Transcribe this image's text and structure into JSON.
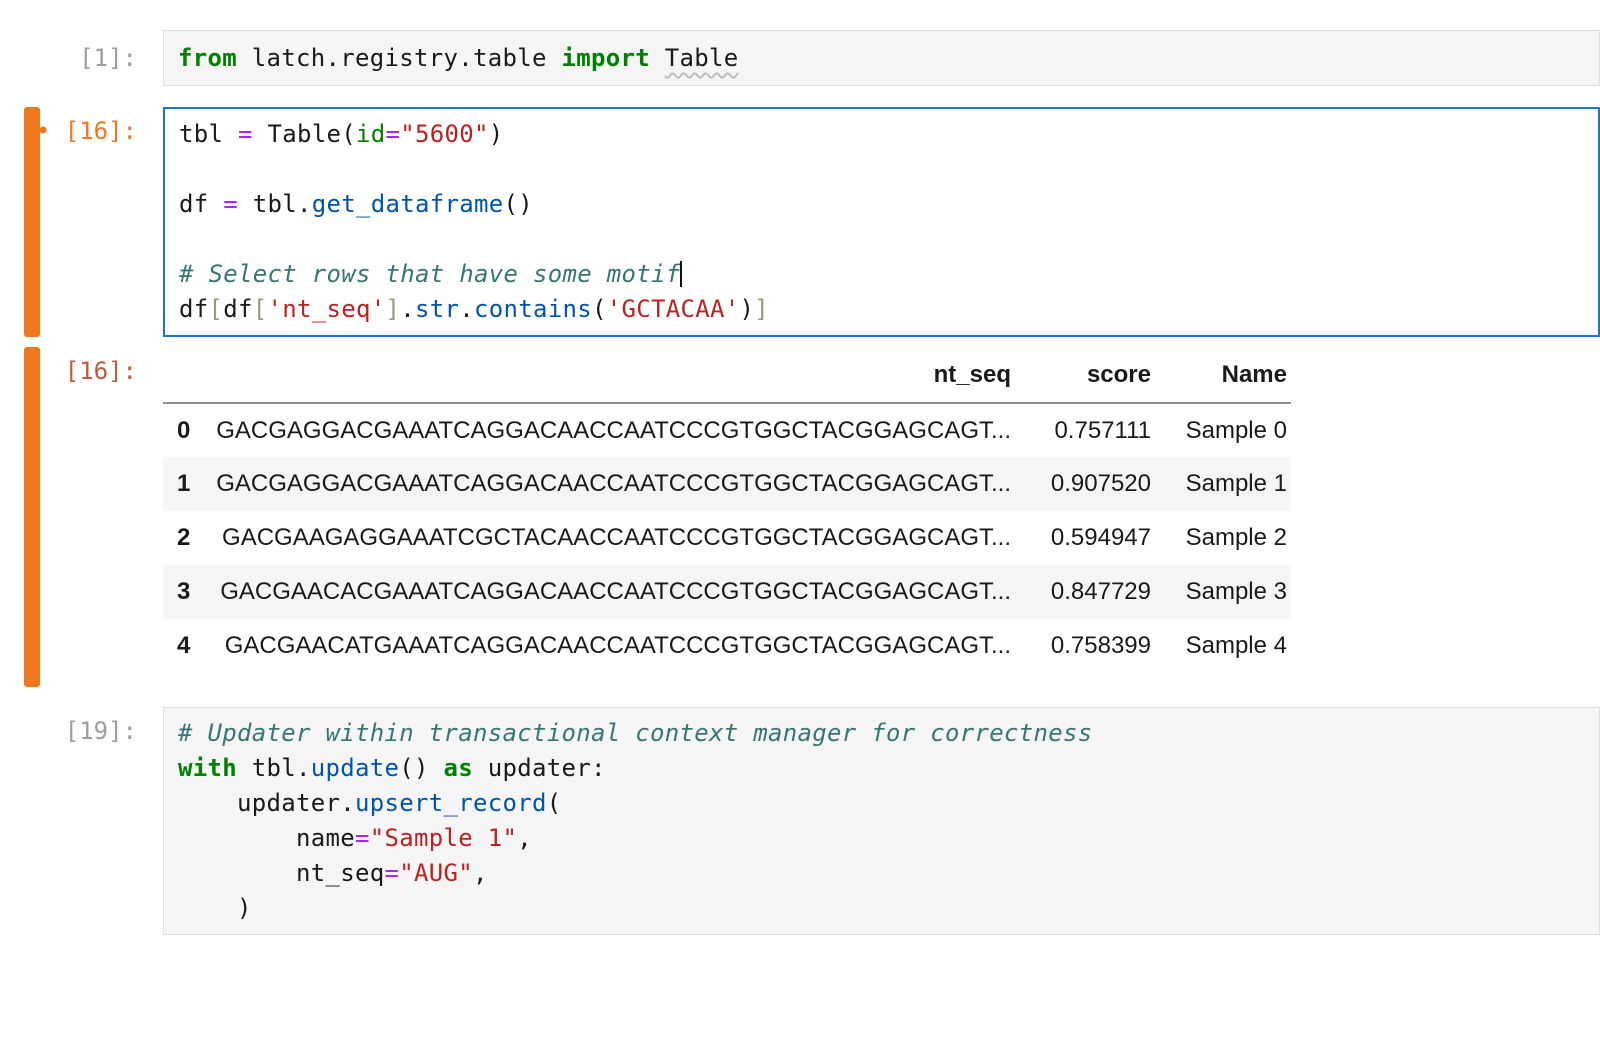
{
  "colors": {
    "selection_bar": "#F0781E",
    "active_cell_border": "#1976D2",
    "active_in_prompt": "#F0781E",
    "out_prompt": "#BF5B3D",
    "idle_prompt": "#9E9E9E",
    "idle_cell_bg": "#F5F5F5",
    "syntax_keyword": "#008000",
    "syntax_string": "#BA2121",
    "syntax_operator": "#AA22FF",
    "syntax_property": "#0055AA",
    "syntax_comment": "#387575",
    "syntax_bracket": "#999977"
  },
  "notebook": {
    "import_cell": {
      "prompt": "[1]:",
      "lines": [
        {
          "tokens": [
            {
              "c": "keyword",
              "t": "from"
            },
            {
              "c": "plain",
              "t": " latch.registry.table "
            },
            {
              "c": "keyword",
              "t": "import"
            },
            {
              "c": "plain",
              "t": " "
            },
            {
              "c": "spellcheck",
              "t": "Table"
            }
          ]
        }
      ]
    },
    "query_cell": {
      "prompt": "• [16]:",
      "lines": [
        {
          "tokens": [
            {
              "c": "plain",
              "t": "tbl "
            },
            {
              "c": "operator",
              "t": "="
            },
            {
              "c": "plain",
              "t": " Table("
            },
            {
              "c": "builtin",
              "t": "id"
            },
            {
              "c": "operator",
              "t": "="
            },
            {
              "c": "string",
              "t": "\"5600\""
            },
            {
              "c": "plain",
              "t": ")"
            }
          ]
        },
        {
          "tokens": []
        },
        {
          "tokens": [
            {
              "c": "plain",
              "t": "df "
            },
            {
              "c": "operator",
              "t": "="
            },
            {
              "c": "plain",
              "t": " tbl."
            },
            {
              "c": "property",
              "t": "get_dataframe"
            },
            {
              "c": "plain",
              "t": "()"
            }
          ]
        },
        {
          "tokens": []
        },
        {
          "tokens": [
            {
              "c": "comment",
              "t": "# Select rows that have some motif"
            },
            {
              "c": "caret",
              "t": ""
            }
          ]
        },
        {
          "tokens": [
            {
              "c": "plain",
              "t": "df"
            },
            {
              "c": "bracket",
              "t": "["
            },
            {
              "c": "plain",
              "t": "df"
            },
            {
              "c": "bracket",
              "t": "["
            },
            {
              "c": "string",
              "t": "'nt_seq'"
            },
            {
              "c": "bracket",
              "t": "]"
            },
            {
              "c": "plain",
              "t": "."
            },
            {
              "c": "property",
              "t": "str"
            },
            {
              "c": "plain",
              "t": "."
            },
            {
              "c": "property",
              "t": "contains"
            },
            {
              "c": "plain",
              "t": "("
            },
            {
              "c": "string",
              "t": "'GCTACAA'"
            },
            {
              "c": "plain",
              "t": ")"
            },
            {
              "c": "bracket",
              "t": "]"
            }
          ]
        }
      ]
    },
    "output_cell": {
      "prompt": "[16]:",
      "table": {
        "columns": {
          "nt_seq": "nt_seq",
          "score": "score",
          "name": "Name"
        },
        "rows": [
          {
            "index": "0",
            "nt_seq": "GACGAGGACGAAATCAGGACAACCAATCCCGTGGCTACGGAGCAGT...",
            "score": "0.757111",
            "name": "Sample 0"
          },
          {
            "index": "1",
            "nt_seq": "GACGAGGACGAAATCAGGACAACCAATCCCGTGGCTACGGAGCAGT...",
            "score": "0.907520",
            "name": "Sample 1"
          },
          {
            "index": "2",
            "nt_seq": "GACGAAGAGGAAATCGCTACAACCAATCCCGTGGCTACGGAGCAGT...",
            "score": "0.594947",
            "name": "Sample 2"
          },
          {
            "index": "3",
            "nt_seq": "GACGAACACGAAATCAGGACAACCAATCCCGTGGCTACGGAGCAGT...",
            "score": "0.847729",
            "name": "Sample 3"
          },
          {
            "index": "4",
            "nt_seq": "GACGAACATGAAATCAGGACAACCAATCCCGTGGCTACGGAGCAGT...",
            "score": "0.758399",
            "name": "Sample 4"
          }
        ]
      }
    },
    "update_cell": {
      "prompt": "[19]:",
      "lines": [
        {
          "tokens": [
            {
              "c": "comment",
              "t": "# Updater within transactional context manager for correctness"
            }
          ]
        },
        {
          "tokens": [
            {
              "c": "keyword",
              "t": "with"
            },
            {
              "c": "plain",
              "t": " tbl."
            },
            {
              "c": "property",
              "t": "update"
            },
            {
              "c": "plain",
              "t": "() "
            },
            {
              "c": "keyword",
              "t": "as"
            },
            {
              "c": "plain",
              "t": " updater:"
            }
          ]
        },
        {
          "tokens": [
            {
              "c": "plain",
              "t": "    updater."
            },
            {
              "c": "property",
              "t": "upsert_record"
            },
            {
              "c": "plain",
              "t": "("
            }
          ]
        },
        {
          "tokens": [
            {
              "c": "plain",
              "t": "        name"
            },
            {
              "c": "operator",
              "t": "="
            },
            {
              "c": "string",
              "t": "\"Sample 1\""
            },
            {
              "c": "plain",
              "t": ","
            }
          ]
        },
        {
          "tokens": [
            {
              "c": "plain",
              "t": "        nt_seq"
            },
            {
              "c": "operator",
              "t": "="
            },
            {
              "c": "string",
              "t": "\"AUG\""
            },
            {
              "c": "plain",
              "t": ","
            }
          ]
        },
        {
          "tokens": [
            {
              "c": "plain",
              "t": "    )"
            }
          ]
        }
      ]
    }
  }
}
